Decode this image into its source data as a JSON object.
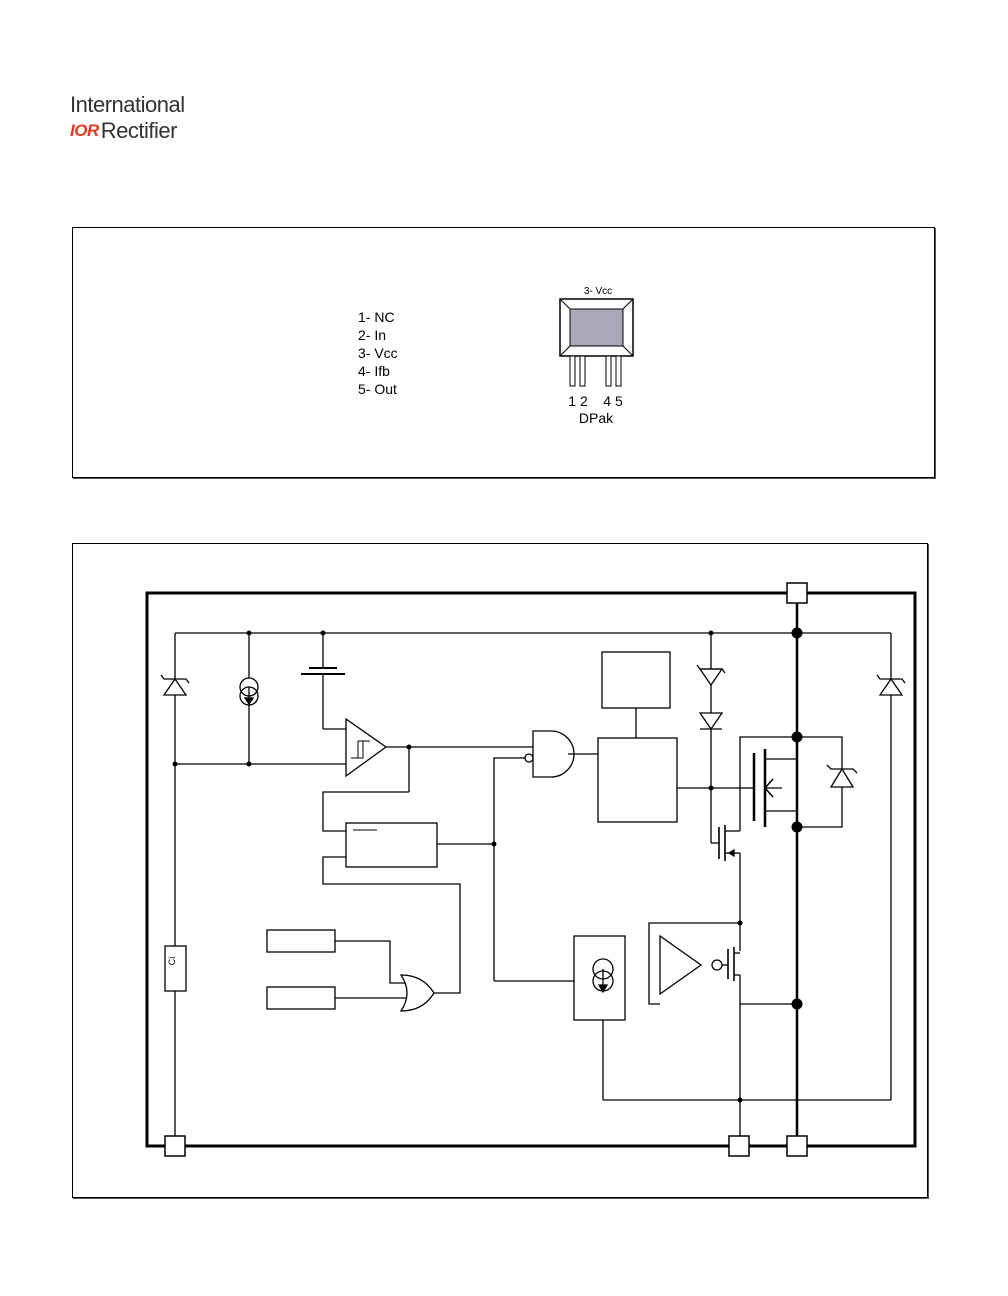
{
  "logo": {
    "line1": "International",
    "mark": "IOR",
    "line2": "Rectifier"
  },
  "pinout": {
    "pins": [
      "1- NC",
      "2- In",
      "3- Vcc",
      "4- Ifb",
      "5- Out"
    ],
    "tab_label": "3- Vcc",
    "lead_numbers_left": "1 2",
    "lead_numbers_right": "4 5",
    "package": "DPak"
  },
  "block_diagram": {
    "resistor_label": "Ci"
  },
  "colors": {
    "brand_red": "#e03a26",
    "line": "#000000",
    "package_fill": "#a8a8b8"
  }
}
